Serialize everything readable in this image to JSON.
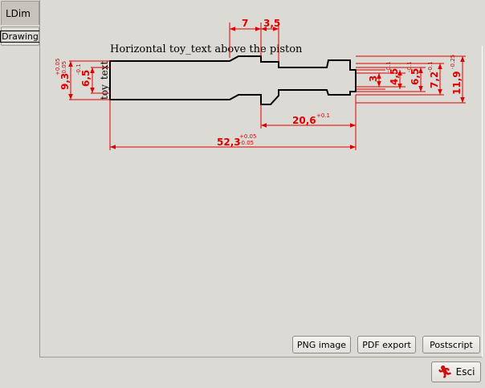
{
  "tabs": {
    "ldim": "LDim",
    "drawing": "Drawing"
  },
  "drawing": {
    "title_text": "Horizontal toy_text above the piston",
    "vertical_text": "toy_text",
    "dims": {
      "d7": "7",
      "d3_5": "3,5",
      "d9_3": "9,3",
      "d9_3_tol_upper": "+0.05",
      "d9_3_tol_lower": "-0.05",
      "d6_5_left": "6,5",
      "d6_5_left_tol": "-0.1",
      "d3": "3",
      "d4_5": "4,5",
      "d4_5_tol": "-0.1",
      "d6_5_right": "6,5",
      "d6_5_right_tol": "-0.1",
      "d7_2": "7,2",
      "d7_2_tol": "-0.1",
      "d11_9": "11,9",
      "d11_9_tol": "-0.25",
      "d20_6": "20,6",
      "d20_6_tol": "+0.1",
      "d52_3": "52,3",
      "d52_3_tol_upper": "+0.05",
      "d52_3_tol_lower": "-0.05"
    },
    "colors": {
      "dimension": "#e00000",
      "outline": "#000000"
    }
  },
  "buttons": {
    "png": "PNG image",
    "pdf": "PDF export",
    "ps": "Postscript",
    "esci": "Esci"
  }
}
